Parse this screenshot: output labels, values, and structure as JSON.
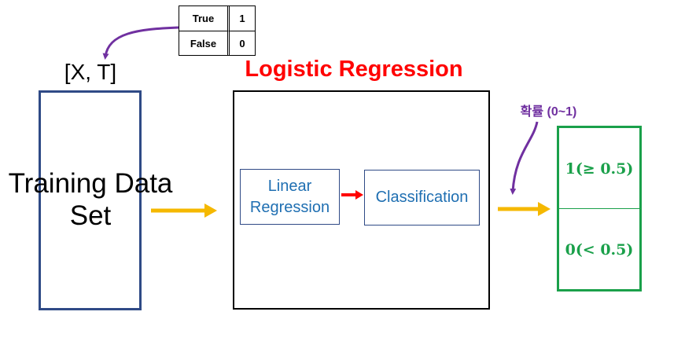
{
  "truth_table": {
    "rows": [
      {
        "label": "True",
        "value": "1"
      },
      {
        "label": "False",
        "value": "0"
      }
    ]
  },
  "input_label": "[X, T]",
  "dataset_label": "Training Data\nSet",
  "title": "Logistic Regression",
  "steps": {
    "linear": "Linear\nRegression",
    "classification": "Classification"
  },
  "probability_label": "확률 (0~1)",
  "output": {
    "top": "1(≥ 0.5)",
    "bottom": "0(< 0.5)"
  },
  "colors": {
    "title": "#ff0000",
    "dataset_border": "#2f4a86",
    "step_text": "#1f6fb2",
    "output": "#1aa04a",
    "annotation": "#7030a0",
    "flow_arrow": "#f5b800",
    "inner_arrow": "#ff0000"
  }
}
